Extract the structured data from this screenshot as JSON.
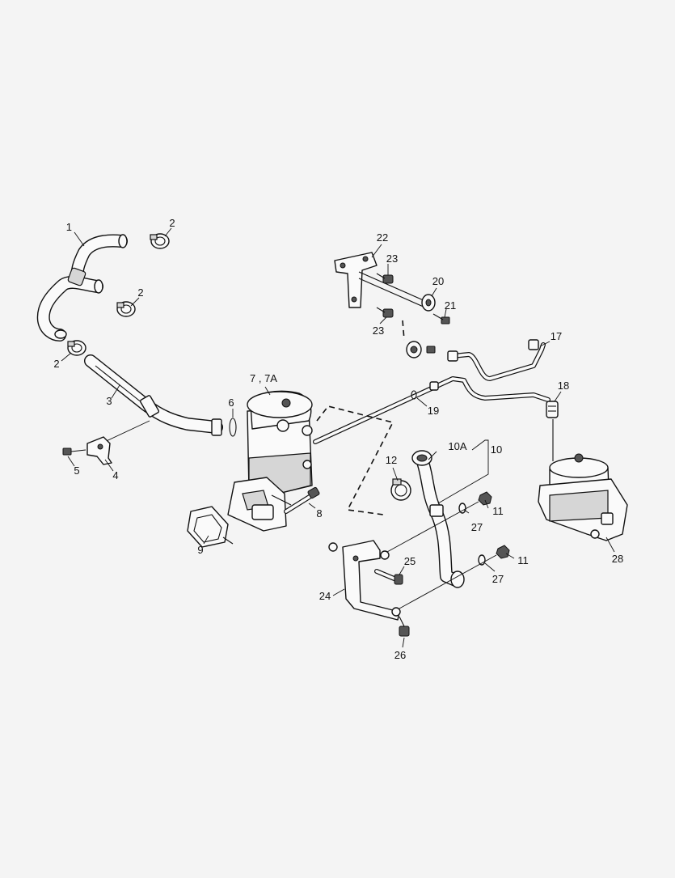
{
  "diagram": {
    "callouts": {
      "p1": "1",
      "p2a": "2",
      "p2b": "2",
      "p2c": "2",
      "p3": "3",
      "p4": "4",
      "p5": "5",
      "p6": "6",
      "p7": "7 , 7A",
      "p8": "8",
      "p9": "9",
      "p10": "10",
      "p10a": "10A",
      "p11a": "11",
      "p11b": "11",
      "p12": "12",
      "p17": "17",
      "p18": "18",
      "p19": "19",
      "p20": "20",
      "p21": "21",
      "p22": "22",
      "p23a": "23",
      "p23b": "23",
      "p24": "24",
      "p25": "25",
      "p26": "26",
      "p27a": "27",
      "p27b": "27",
      "p28": "28"
    }
  }
}
